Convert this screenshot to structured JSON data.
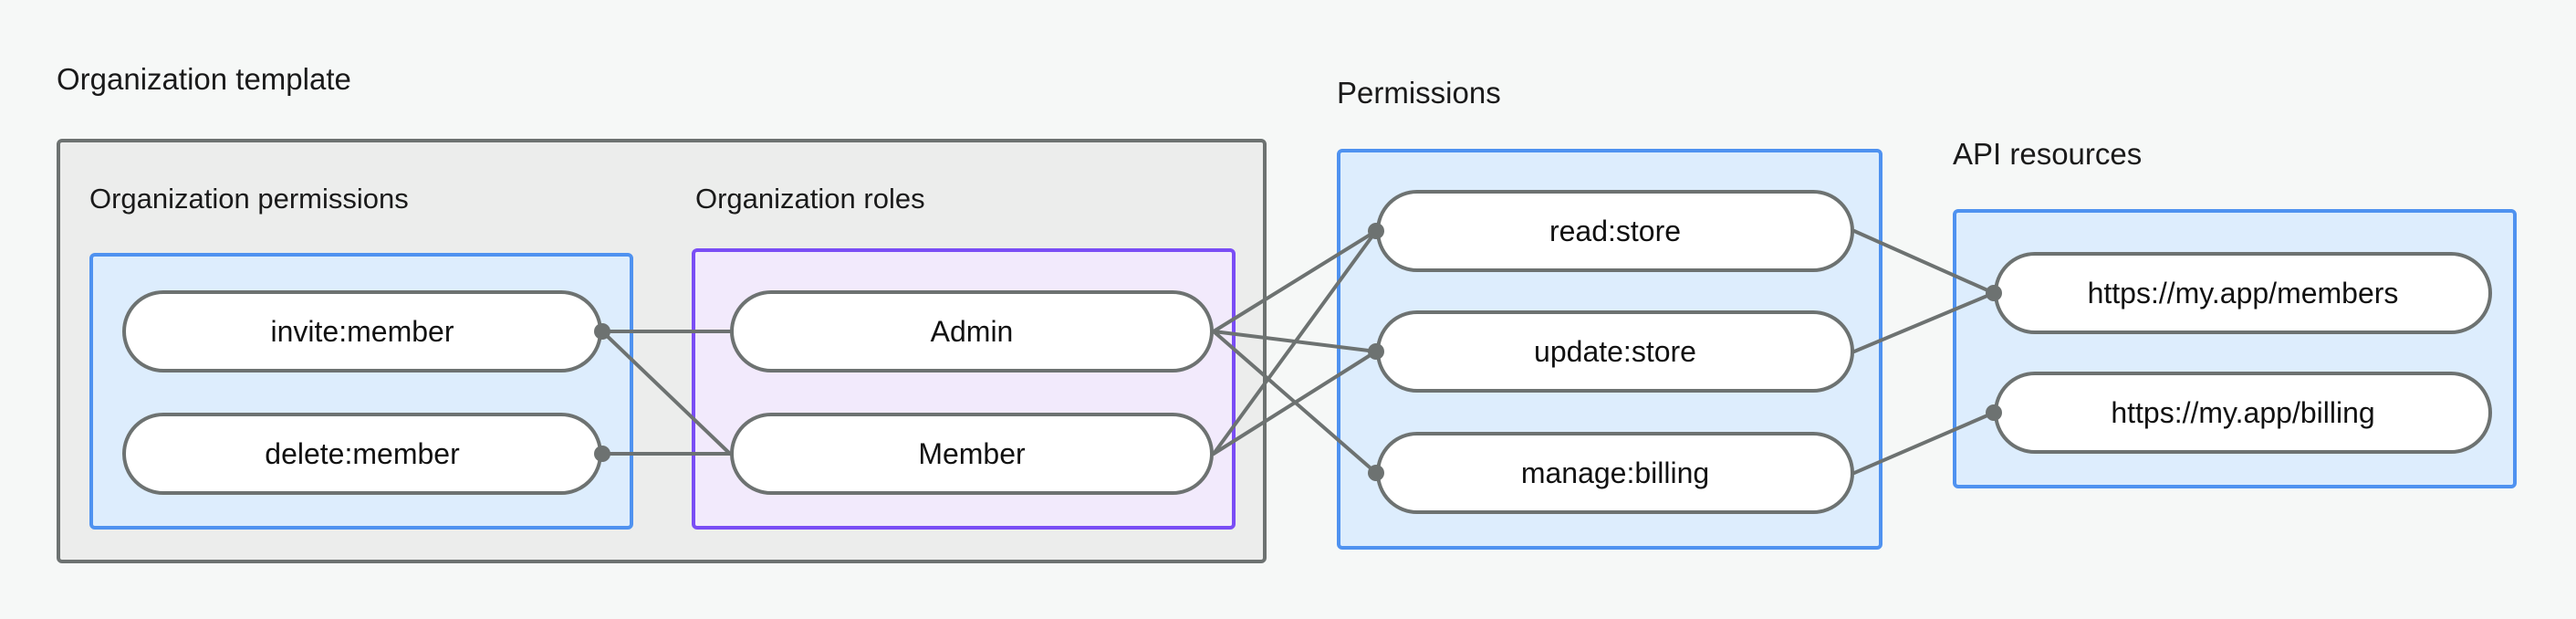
{
  "diagram": {
    "title_groups": {
      "organization_template": "Organization template",
      "permissions": "Permissions",
      "api_resources": "API resources"
    },
    "subgroups": {
      "organization_permissions": "Organization permissions",
      "organization_roles": "Organization roles"
    }
  },
  "colors": {
    "background": "#f6f8f7",
    "outer_panel_fill": "#ecedec",
    "outer_panel_border": "#6d7271",
    "blue_panel_fill": "#ddedfd",
    "blue_panel_border": "#4f92f0",
    "purple_panel_fill": "#f2eafc",
    "purple_panel_border": "#7a4df5",
    "node_fill": "#ffffff",
    "node_border": "#6d7271",
    "edge_stroke": "#6d7271",
    "text": "#111111"
  },
  "nodes": {
    "organization_permissions": [
      {
        "id": "invite-member",
        "label": "invite:member"
      },
      {
        "id": "delete-member",
        "label": "delete:member"
      }
    ],
    "organization_roles": [
      {
        "id": "admin",
        "label": "Admin"
      },
      {
        "id": "member",
        "label": "Member"
      }
    ],
    "permissions": [
      {
        "id": "read-store",
        "label": "read:store"
      },
      {
        "id": "update-store",
        "label": "update:store"
      },
      {
        "id": "manage-billing",
        "label": "manage:billing"
      }
    ],
    "api_resources": [
      {
        "id": "members-url",
        "label": "https://my.app/members"
      },
      {
        "id": "billing-url",
        "label": "https://my.app/billing"
      }
    ]
  },
  "edges": [
    {
      "from": "invite-member",
      "to": "admin"
    },
    {
      "from": "invite-member",
      "to": "member"
    },
    {
      "from": "delete-member",
      "to": "member"
    },
    {
      "from": "admin",
      "to": "read-store"
    },
    {
      "from": "admin",
      "to": "update-store"
    },
    {
      "from": "admin",
      "to": "manage-billing"
    },
    {
      "from": "member",
      "to": "read-store"
    },
    {
      "from": "member",
      "to": "update-store"
    },
    {
      "from": "read-store",
      "to": "members-url"
    },
    {
      "from": "update-store",
      "to": "members-url"
    },
    {
      "from": "manage-billing",
      "to": "billing-url"
    }
  ]
}
